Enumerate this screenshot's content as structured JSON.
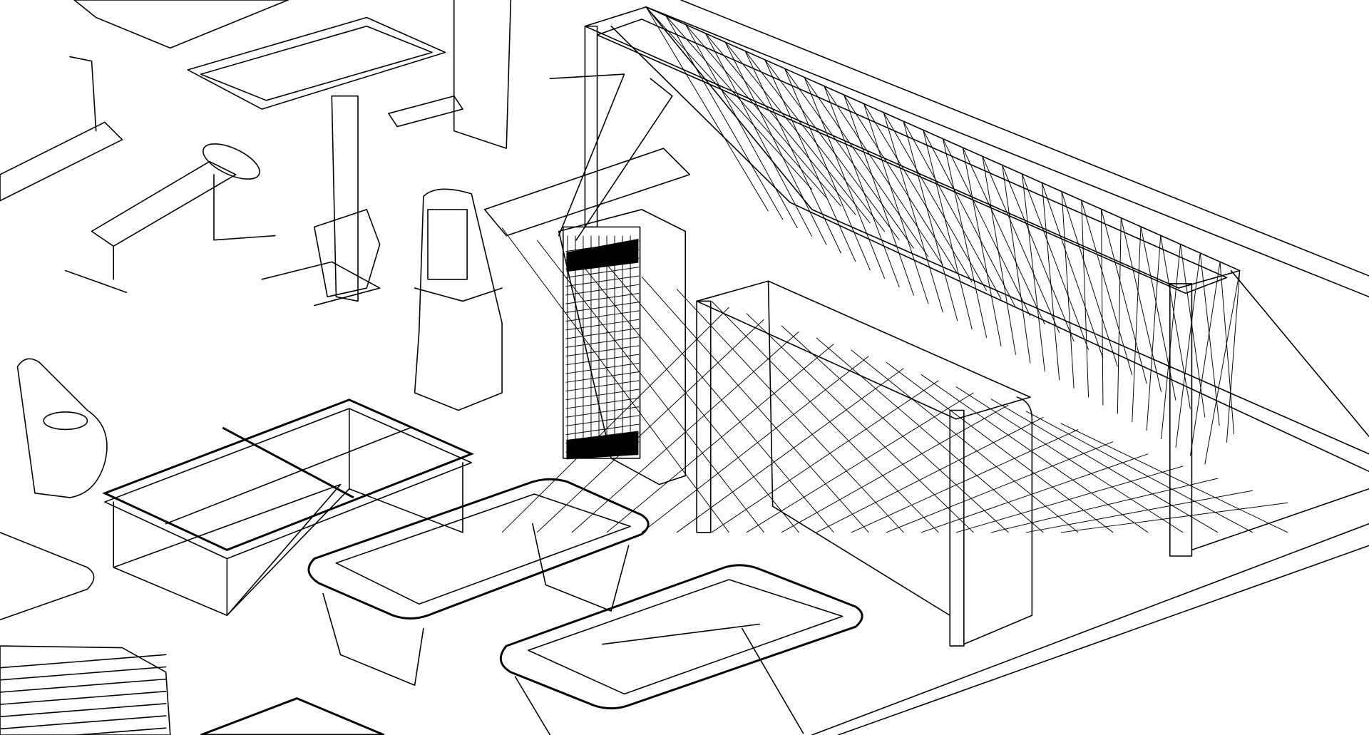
{
  "drawing": {
    "style": "isometric wireframe line drawing",
    "background": "#ffffff",
    "stroke": "#000000",
    "objects": [
      "large-soccer-goal",
      "small-soccer-goal",
      "pool-table-1",
      "pool-table-2",
      "ping-pong-table",
      "basketball-locker-cage",
      "arcade-cabinet",
      "weight-bench",
      "exercise-machines",
      "foosball-table",
      "ball-cart"
    ]
  }
}
